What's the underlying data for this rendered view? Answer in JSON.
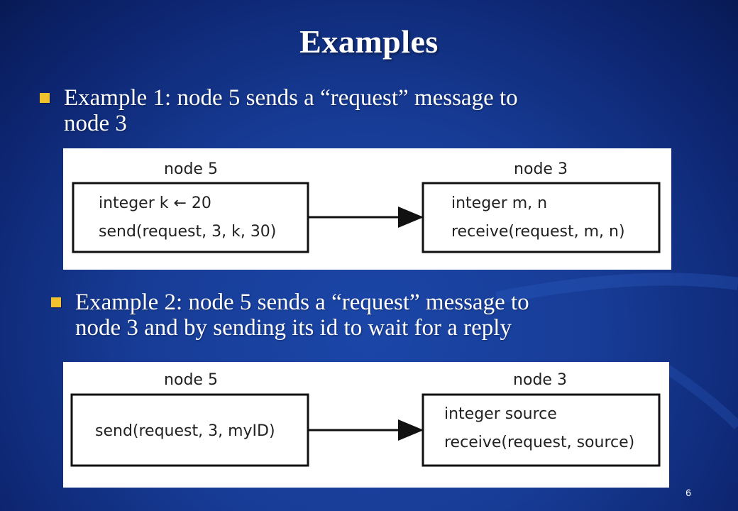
{
  "slide": {
    "title": "Examples",
    "page_number": "6",
    "colors": {
      "background": "#173c96",
      "bullet": "#f2c12e",
      "text": "#ffffff"
    }
  },
  "examples": [
    {
      "bullet_lines": [
        "Example 1: node 5 sends a “request” message to",
        "node 3"
      ],
      "sender": {
        "label": "node 5",
        "lines": [
          "integer k ← 20",
          "send(request, 3, k, 30)"
        ]
      },
      "receiver": {
        "label": "node 3",
        "lines": [
          "integer m, n",
          "receive(request, m, n)"
        ]
      }
    },
    {
      "bullet_lines": [
        "Example 2: node 5 sends a “request” message to",
        "node 3 and by sending its id to wait for a reply"
      ],
      "sender": {
        "label": "node 5",
        "lines": [
          "send(request, 3, myID)"
        ]
      },
      "receiver": {
        "label": "node 3",
        "lines": [
          "integer source",
          "receive(request, source)"
        ]
      }
    }
  ]
}
